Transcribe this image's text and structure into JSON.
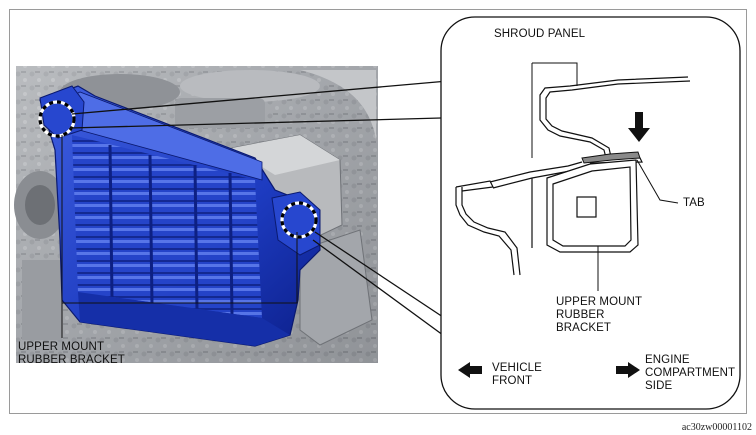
{
  "labels": {
    "shroud_panel": "SHROUD PANEL",
    "tab": "TAB",
    "upper_mount_detail": "UPPER MOUNT\nRUBBER\nBRACKET",
    "upper_mount_photo": "UPPER MOUNT\nRUBBER BRACKET",
    "vehicle_front": "VEHICLE\nFRONT",
    "engine_side": "ENGINE\nCOMPARTMENT\nSIDE"
  },
  "image_code": "ac30zw00001102",
  "colors": {
    "shroud_blue": "#1f3fc4",
    "shroud_blue_dark": "#0f2391",
    "shroud_blue_light": "#5a78ea",
    "engine_gray": "#a9acb0",
    "line": "#111111"
  }
}
